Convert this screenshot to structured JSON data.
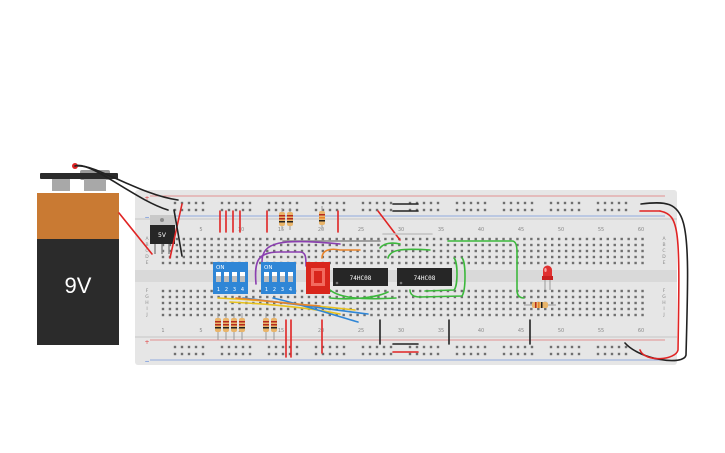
{
  "battery": {
    "label": "9V"
  },
  "regulator": {
    "label": "5V"
  },
  "dip_switch": {
    "on_label": "ON",
    "pin_labels": [
      "1",
      "2",
      "3",
      "4"
    ]
  },
  "chips": [
    {
      "label": "74HC08"
    },
    {
      "label": "74HC08"
    }
  ],
  "breadboard": {
    "column_numbers": [
      "1",
      "5",
      "10",
      "15",
      "20",
      "25",
      "30",
      "35",
      "40",
      "45",
      "50",
      "55",
      "60"
    ],
    "row_letters_top": [
      "A",
      "B",
      "C",
      "D",
      "E"
    ],
    "row_letters_bottom": [
      "F",
      "G",
      "H",
      "I",
      "J"
    ],
    "rail_plus": "+",
    "rail_minus": "−"
  },
  "colors": {
    "board": "#e6e6e6",
    "hole": "#6f6f6f",
    "rail_red": "#e03a3a",
    "rail_blue": "#3a6fd8",
    "wire_red": "#e02424",
    "wire_black": "#222222",
    "wire_green": "#3cb83c",
    "wire_yellow": "#e8c21c",
    "wire_blue": "#2f86d6",
    "wire_purple": "#8b3fb0",
    "wire_orange": "#e8842a",
    "dip_blue": "#2f86d6",
    "chip_black": "#262626",
    "battery_orange": "#c97a33",
    "battery_black": "#2b2b2b",
    "led_red": "#e03030",
    "pushbutton_red": "#d9261c"
  }
}
